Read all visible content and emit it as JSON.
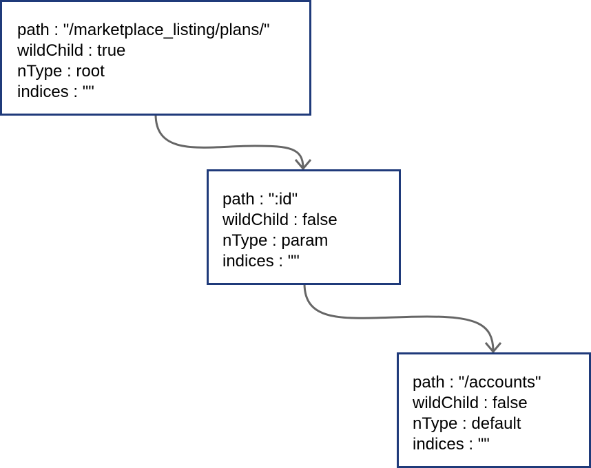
{
  "nodes": {
    "root": {
      "path": "path : \"/marketplace_listing/plans/\"",
      "wildChild": "wildChild : true",
      "nType": "nType : root",
      "indices": "indices : \"\""
    },
    "param": {
      "path": "path : \":id\"",
      "wildChild": "wildChild : false",
      "nType": "nType : param",
      "indices": "indices : \"\""
    },
    "accounts": {
      "path": "path : \"/accounts\"",
      "wildChild": "wildChild : false",
      "nType": "nType : default",
      "indices": "indices : \"\""
    }
  },
  "colors": {
    "node_border": "#1f3a7a",
    "edge": "#666666"
  }
}
